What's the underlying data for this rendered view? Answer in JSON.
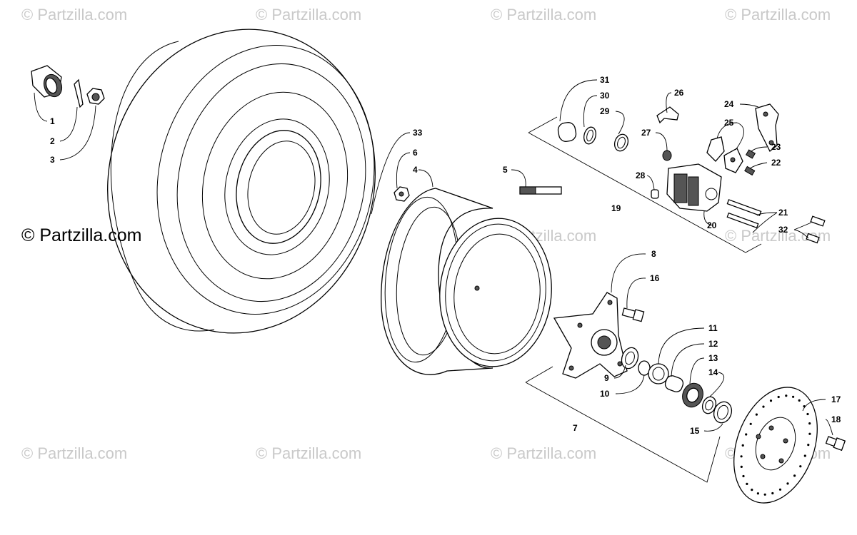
{
  "watermark": {
    "text": "© Partzilla.com"
  },
  "callouts": {
    "c1": "1",
    "c2": "2",
    "c3": "3",
    "c4": "4",
    "c5": "5",
    "c6": "6",
    "c7": "7",
    "c8": "8",
    "c9": "9",
    "c10": "10",
    "c11": "11",
    "c12": "12",
    "c13": "13",
    "c14": "14",
    "c15": "15",
    "c16": "16",
    "c17": "17",
    "c18": "18",
    "c19": "19",
    "c20": "20",
    "c21": "21",
    "c22": "22",
    "c23": "23",
    "c24": "24",
    "c25": "25",
    "c26": "26",
    "c27": "27",
    "c28": "28",
    "c29": "29",
    "c30": "30",
    "c31": "31",
    "c32": "32",
    "c33": "33"
  }
}
